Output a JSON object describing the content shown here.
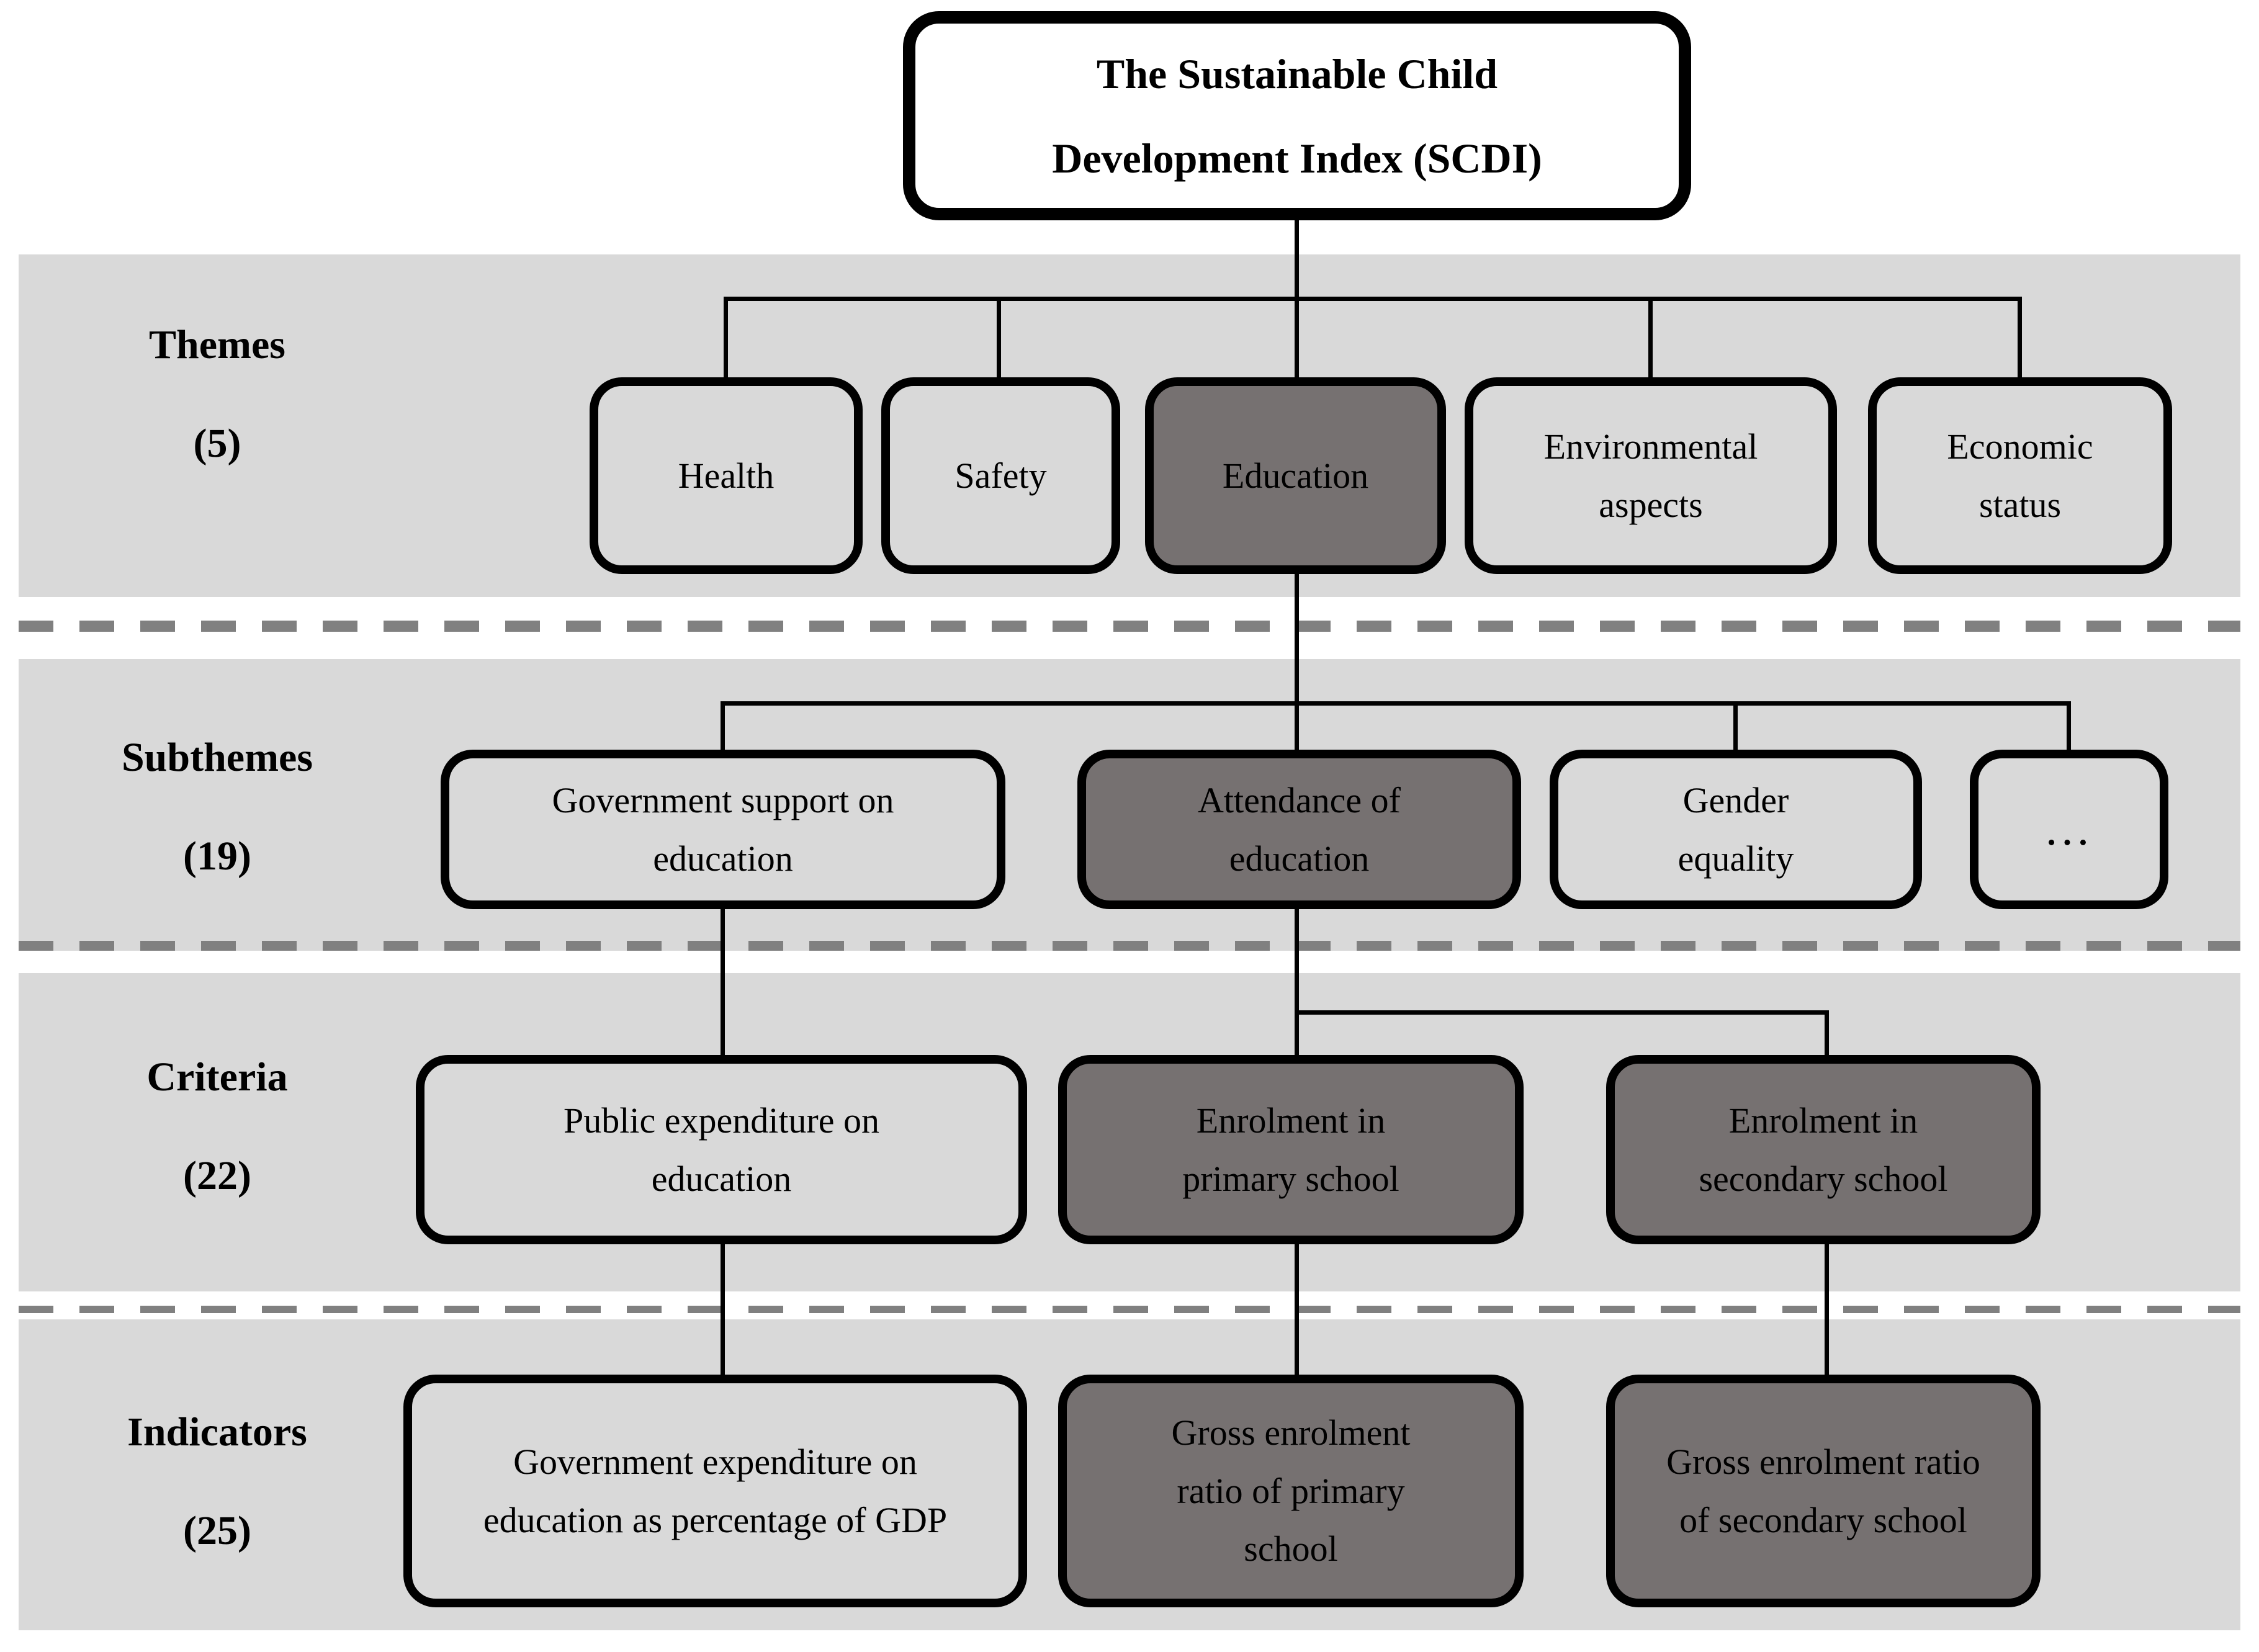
{
  "root": {
    "title_line1": "The Sustainable Child",
    "title_line2": "Development Index (SCDI)"
  },
  "row_labels": {
    "themes": {
      "name": "Themes",
      "count": "(5)"
    },
    "subthemes": {
      "name": "Subthemes",
      "count": "(19)"
    },
    "criteria": {
      "name": "Criteria",
      "count": "(22)"
    },
    "indicators": {
      "name": "Indicators",
      "count": "(25)"
    }
  },
  "themes": [
    {
      "label": "Health",
      "highlighted": false
    },
    {
      "label": "Safety",
      "highlighted": false
    },
    {
      "label": "Education",
      "highlighted": true
    },
    {
      "label": "Environmental aspects",
      "highlighted": false
    },
    {
      "label": "Economic status",
      "highlighted": false
    }
  ],
  "subthemes": [
    {
      "label": "Government support on education",
      "highlighted": false
    },
    {
      "label": "Attendance of education",
      "highlighted": true
    },
    {
      "label": "Gender equality",
      "highlighted": false
    },
    {
      "label": "…",
      "highlighted": false
    }
  ],
  "criteria": [
    {
      "label": "Public expenditure on education",
      "highlighted": false
    },
    {
      "label": "Enrolment in primary school",
      "highlighted": true
    },
    {
      "label": "Enrolment in secondary school",
      "highlighted": true
    }
  ],
  "indicators": [
    {
      "label": "Government expenditure on education as percentage of GDP",
      "highlighted": false
    },
    {
      "label": "Gross enrolment ratio of primary school",
      "highlighted": true
    },
    {
      "label": "Gross enrolment ratio of secondary school",
      "highlighted": true
    }
  ],
  "colors": {
    "band_background": "#d9d9d9",
    "box_light": "#d9d9d9",
    "box_highlighted": "#767171",
    "divider_dash": "#808080",
    "line": "#000000",
    "root_fill": "#ffffff"
  }
}
